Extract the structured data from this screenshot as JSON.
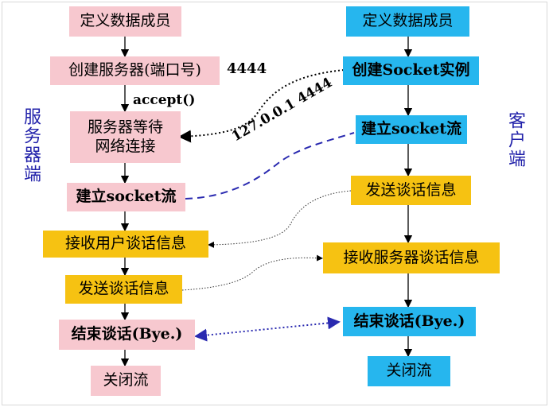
{
  "server": {
    "side_label": "服务器端",
    "boxes": [
      "定义数据成员",
      "创建服务器(端口号)",
      "服务器等待\n网络连接",
      "建立socket流",
      "接收用户谈话信息",
      "发送谈话信息",
      "结束谈话(Bye.)",
      "关闭流"
    ]
  },
  "client": {
    "side_label": "客户端",
    "boxes": [
      "定义数据成员",
      "创建Socket实例",
      "建立socket流",
      "发送谈话信息",
      "接收服务器谈话信息",
      "结束谈话(Bye.)",
      "关闭流"
    ]
  },
  "labels": {
    "port": "4444",
    "accept": "accept()",
    "ip_port": "127.0.0.1  4444"
  },
  "colors": {
    "pink": "#f7c8cf",
    "cyan": "#26b6ee",
    "gold": "#f6c212",
    "side_text": "#2222aa",
    "dashed_link": "#2a2ab0"
  }
}
